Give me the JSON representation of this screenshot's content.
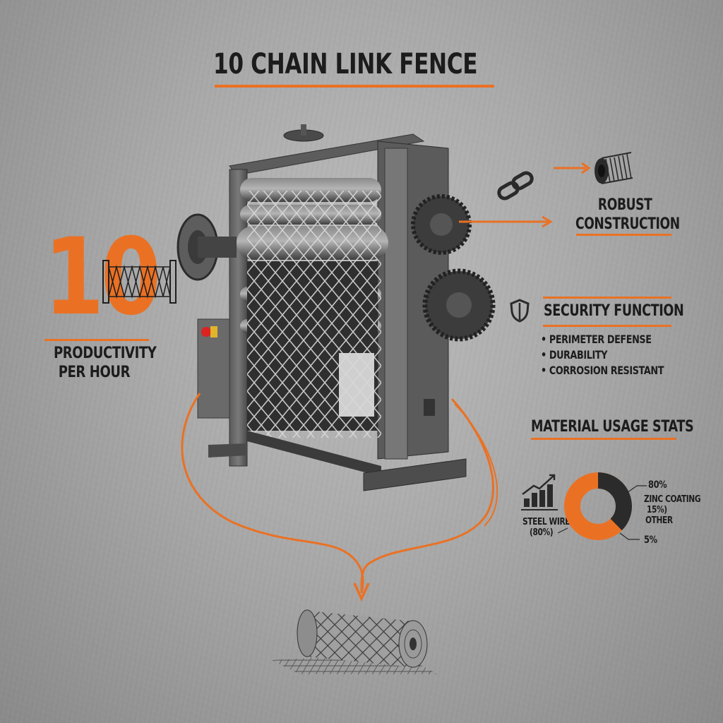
{
  "title": "10 CHAIN LINK FENCE",
  "productivity": {
    "value": "10",
    "label_line1": "PRODUCTIVITY",
    "label_line2": "PER HOUR",
    "icon": "fence-panel-icon"
  },
  "construction": {
    "label_line1": "ROBUST",
    "label_line2": "CONSTRUCTION",
    "icons": [
      "chain-link-icon",
      "wire-coil-icon"
    ]
  },
  "security": {
    "heading": "SECURITY FUNCTION",
    "icon": "shield-icon",
    "items": [
      "PERIMETER DEFENSE",
      "DURABILITY",
      "CORROSION RESISTANT"
    ]
  },
  "material": {
    "heading": "MATERIAL USAGE STATS",
    "icon": "growth-bar-chart-icon",
    "labels": {
      "steel_wire": "STEEL WIRE",
      "steel_wire_pct": "(80%)",
      "top_pct": "80%",
      "zinc": "ZINC COATING",
      "zinc_pct": "15%)",
      "other": "OTHER",
      "other_pct": "5%"
    }
  },
  "chart_data": {
    "type": "pie",
    "title": "MATERIAL USAGE STATS",
    "categories": [
      "Steel Wire",
      "Zinc Coating",
      "Other"
    ],
    "values": [
      80,
      15,
      5
    ],
    "colors": [
      "#ea7124",
      "#2b2b2b",
      "#2b2b2b"
    ],
    "donut": true
  },
  "colors": {
    "accent": "#ea7124",
    "text": "#1c1c1c",
    "background": "#a9a9a9"
  }
}
